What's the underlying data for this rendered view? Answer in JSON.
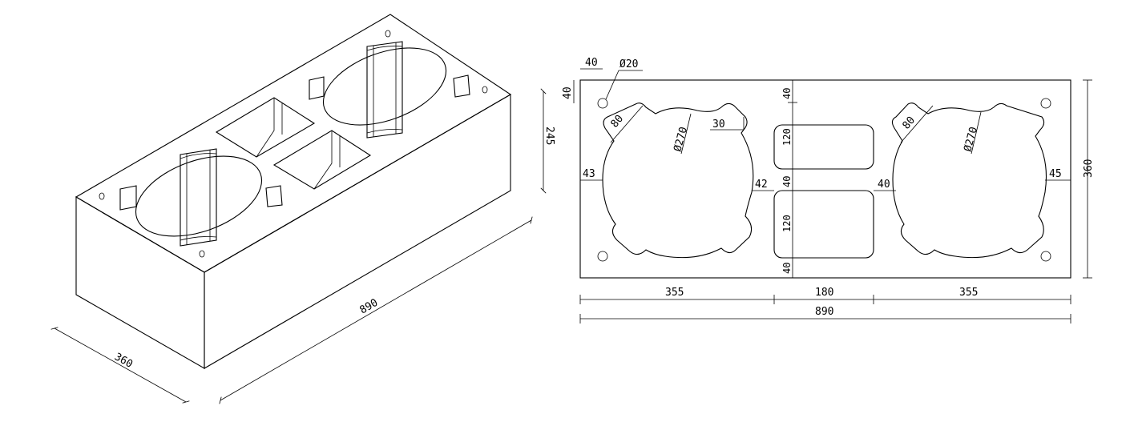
{
  "iso_view": {
    "length": "890",
    "width": "360",
    "height": "245",
    "hole_label_a": "0",
    "hole_label_b": "0",
    "hole_label_c": "0",
    "hole_label_d": "0"
  },
  "plan_view": {
    "pin_offset": "40",
    "pin_offset_v": "40",
    "pin_dia": "Ø20",
    "lug_left": "80",
    "lug_right": "80",
    "bore_left": "Ø270",
    "bore_right": "Ø270",
    "notch": "30",
    "edge_left": "43",
    "gap_left": "42",
    "gap_right": "40",
    "edge_right": "45",
    "slot_top_margin": "40",
    "slot_height_top": "120",
    "slot_mid": "40",
    "slot_height_bottom": "120",
    "slot_bottom_margin": "40",
    "seg_left": "355",
    "seg_mid": "180",
    "seg_right": "355",
    "total_length": "890",
    "total_width": "360"
  }
}
